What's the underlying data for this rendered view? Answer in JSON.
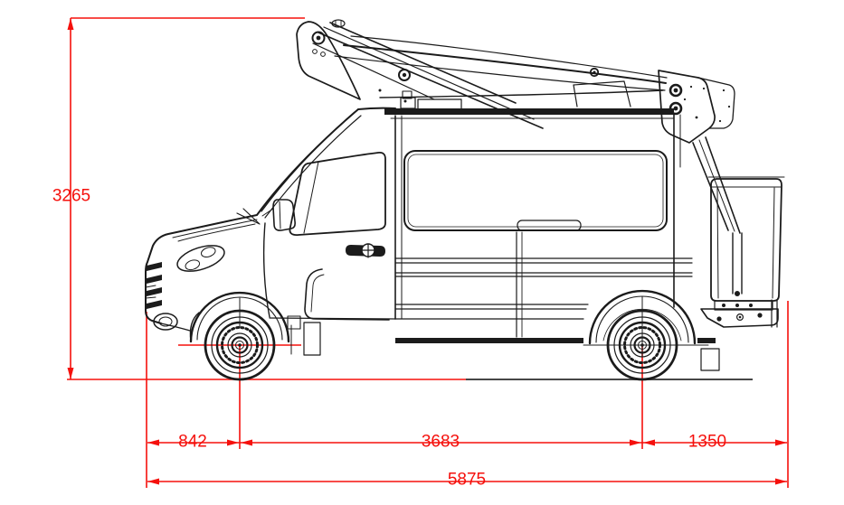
{
  "diagram": {
    "type": "technical-dimension-drawing",
    "subject": "van with roof-mounted aerial work platform boom and rear basket",
    "view": "side elevation",
    "line_color": "#1b1b1b",
    "dimension_color": "#f5100c",
    "dimensions": {
      "overall_height": {
        "value": "3265",
        "orientation": "vertical"
      },
      "front_overhang": {
        "value": "842",
        "orientation": "horizontal"
      },
      "wheelbase": {
        "value": "3683",
        "orientation": "horizontal"
      },
      "rear_overhang": {
        "value": "1350",
        "orientation": "horizontal"
      },
      "overall_length": {
        "value": "5875",
        "orientation": "horizontal"
      }
    }
  }
}
